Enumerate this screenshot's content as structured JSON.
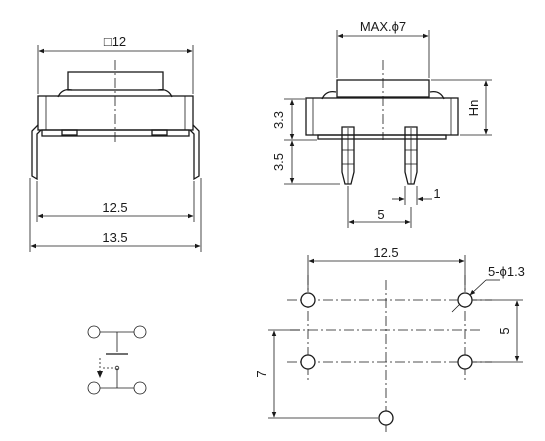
{
  "dimensions": {
    "front_square": "□12",
    "front_width_inner": "12.5",
    "front_width_outer": "13.5",
    "side_max_dia": "MAX.ϕ7",
    "side_height_upper": "3.3",
    "side_height_lower": "3.5",
    "side_hn": "Hn",
    "side_pin_width": "1",
    "side_pin_pitch": "5",
    "pcb_span": "12.5",
    "pcb_holes": "5-ϕ1.3",
    "pcb_vertical_pitch": "5",
    "pcb_offset": "7"
  },
  "colors": {
    "line": "#1a1a1a",
    "background": "#ffffff"
  }
}
